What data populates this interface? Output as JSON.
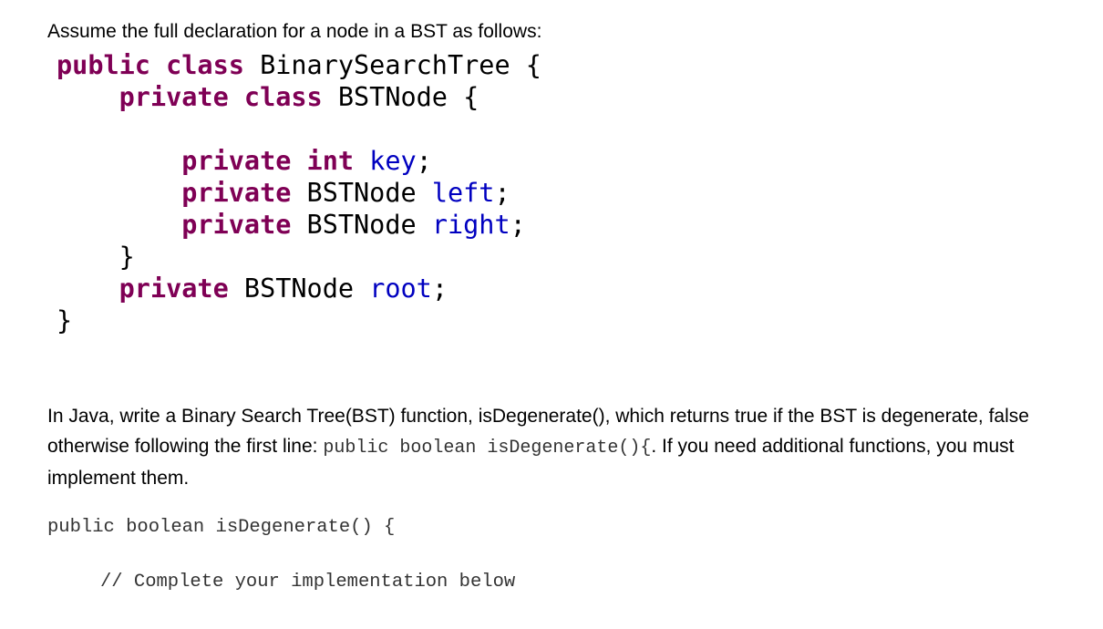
{
  "intro_text": "Assume the full declaration for a node in a BST as follows:",
  "code": {
    "line1": {
      "kw": "public class",
      "rest": " BinarySearchTree {"
    },
    "line2": {
      "indent": "    ",
      "kw": "private class",
      "rest": " BSTNode {"
    },
    "line4": {
      "indent": "        ",
      "kw": "private int",
      "field": " key",
      "end": ";"
    },
    "line5": {
      "indent": "        ",
      "kw": "private",
      "type": " BSTNode",
      "field": " left",
      "end": ";"
    },
    "line6": {
      "indent": "        ",
      "kw": "private",
      "type": " BSTNode",
      "field": " right",
      "end": ";"
    },
    "line7": {
      "text": "    }"
    },
    "line8": {
      "indent": "    ",
      "kw": "private",
      "type": " BSTNode",
      "field": " root",
      "end": ";"
    },
    "line9": {
      "text": "}"
    }
  },
  "question": {
    "part1": "In Java, write a Binary Search Tree(BST) function, isDegenerate(), which returns true if the BST is degenerate, false otherwise following the first line: ",
    "inline_code": "public boolean isDegenerate(){",
    "part2": ". If you need additional functions, you must implement them."
  },
  "signature": "public boolean isDegenerate() {",
  "comment": "// Complete your implementation below",
  "colors": {
    "keyword": "#7f0055",
    "field": "#0000c0",
    "mono_text": "#333333"
  }
}
